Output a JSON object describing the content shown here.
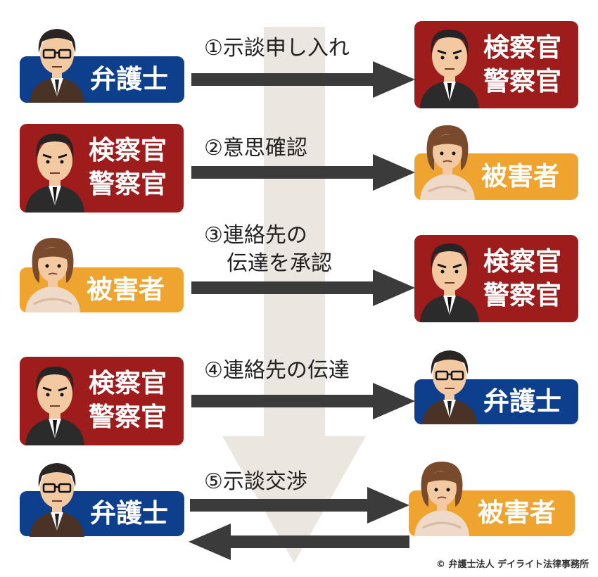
{
  "roles": {
    "lawyer": "弁護士",
    "police_line1": "検察官",
    "police_line2": "警察官",
    "victim": "被害者"
  },
  "steps": {
    "s1": "①示談申し入れ",
    "s2": "②意思確認",
    "s3_line1": "③連絡先の",
    "s3_line2": "伝達を承認",
    "s4": "④連絡先の伝達",
    "s5": "⑤示談交渉"
  },
  "credit": "© 弁護士法人 デイライト法律事務所",
  "colors": {
    "lawyer": "#0d3f8c",
    "police": "#9e1c1c",
    "victim": "#f0a430",
    "arrow": "#3b3b3b",
    "flow_arrow": "#ece6e0"
  }
}
